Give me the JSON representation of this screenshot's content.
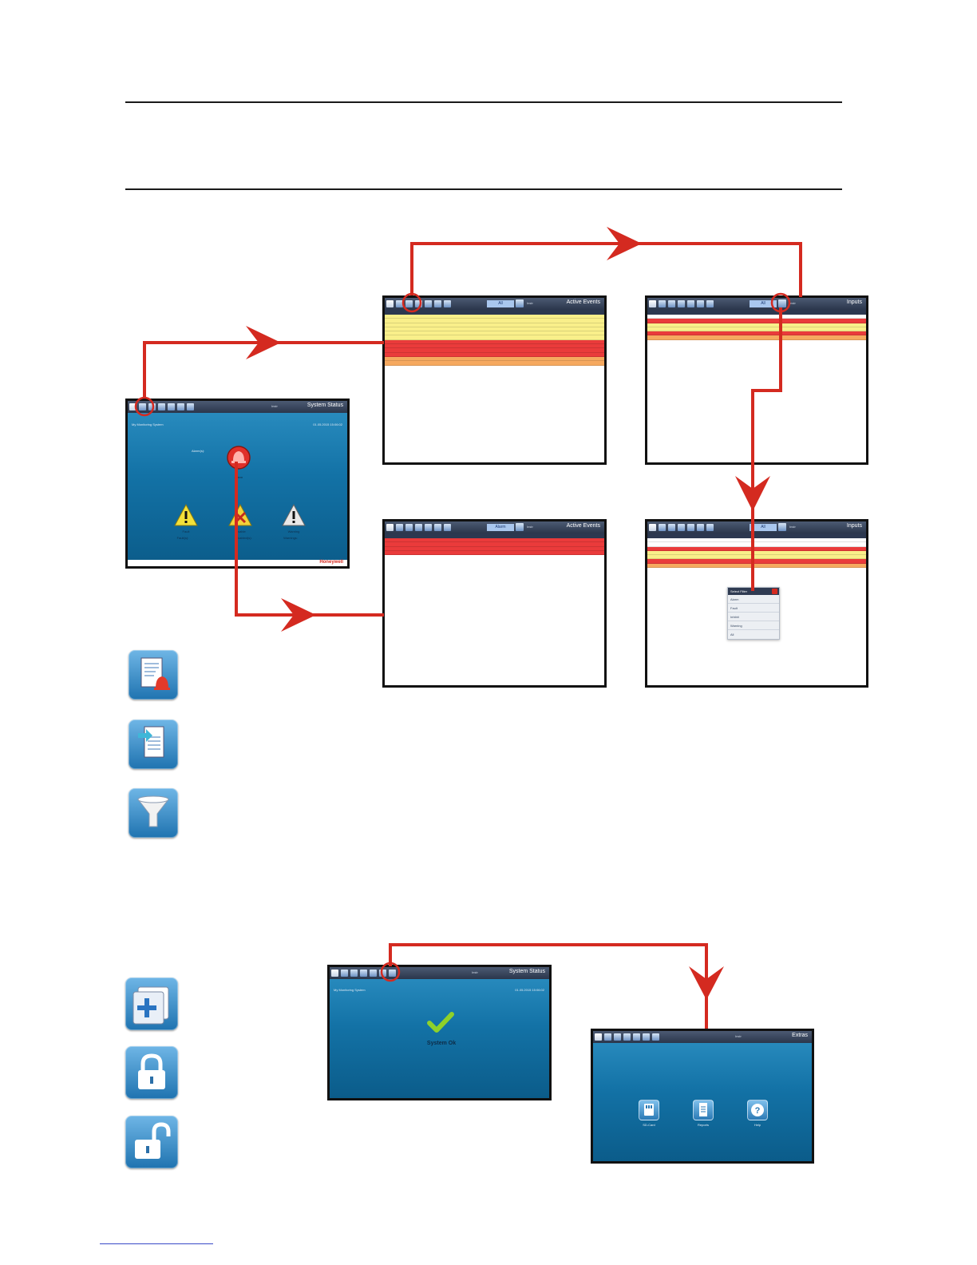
{
  "screens": {
    "status_alarm": {
      "title": "System Status",
      "user": "Instr",
      "system_name": "My Monitoring System",
      "datetime": "01.05.2015 15:06:02",
      "alarm_count_label": "Alarm(s):",
      "alarm_label": "Alarm",
      "fault_label": "Fault",
      "fault_sub": "Fault(s):",
      "disable_label": "Disable",
      "disable_sub": "Disabled(s):",
      "warning_label": "Warning",
      "warning_sub": "Warnings:",
      "brand": "Honeywell"
    },
    "events_all": {
      "title": "Active Events",
      "filter": "All",
      "user": "Instr"
    },
    "events_alarm": {
      "title": "Active Events",
      "filter": "Alarm",
      "user": "Instr"
    },
    "inputs": {
      "title": "Inputs",
      "filter": "All",
      "user": "Instr"
    },
    "inputs_filter": {
      "title": "Inputs",
      "filter": "All",
      "user": "Instr",
      "popup_title": "Select Filter",
      "options": [
        "Alarm",
        "Fault",
        "Inhibit",
        "Warning",
        "All"
      ]
    },
    "status_ok": {
      "title": "System Status",
      "user": "Instr",
      "system_name": "My Monitoring System",
      "datetime": "01.05.2015 15:06:02",
      "ok_text": "System Ok"
    },
    "extras": {
      "title": "Extras",
      "user": "Instr",
      "items": [
        "SD-Card",
        "Reports",
        "Help"
      ]
    }
  },
  "colors": {
    "arrow": "#d42a20",
    "row_yellow": "#f9ef8a",
    "row_red": "#ea3b3b",
    "row_orange": "#f6a95f",
    "screen_blue": "#1372a6"
  },
  "legend_icons": [
    "event-list-alarm-icon",
    "event-list-arrow-icon",
    "filter-funnel-icon",
    "extras-plus-icon",
    "lock-icon",
    "unlock-icon"
  ]
}
